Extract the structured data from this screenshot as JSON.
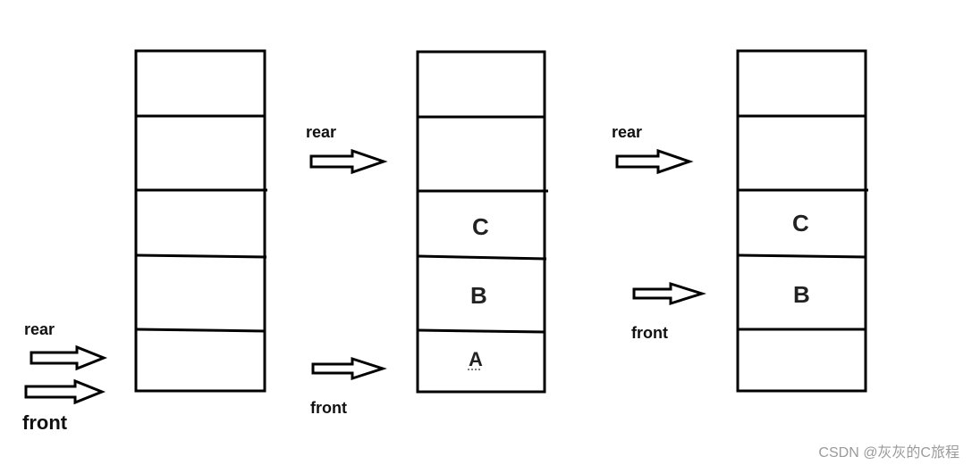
{
  "labels": {
    "rear": "rear",
    "front": "front"
  },
  "queues": [
    {
      "id": "q1",
      "cells": [
        "",
        "",
        "",
        "",
        ""
      ]
    },
    {
      "id": "q2",
      "cells": [
        "",
        "",
        "C",
        "B",
        "A"
      ]
    },
    {
      "id": "q3",
      "cells": [
        "",
        "",
        "C",
        "B",
        ""
      ]
    }
  ],
  "watermark": "CSDN @灰灰的C旅程",
  "colors": {
    "stroke": "#000000",
    "text": "#222222",
    "watermark": "#9a9a9a"
  }
}
